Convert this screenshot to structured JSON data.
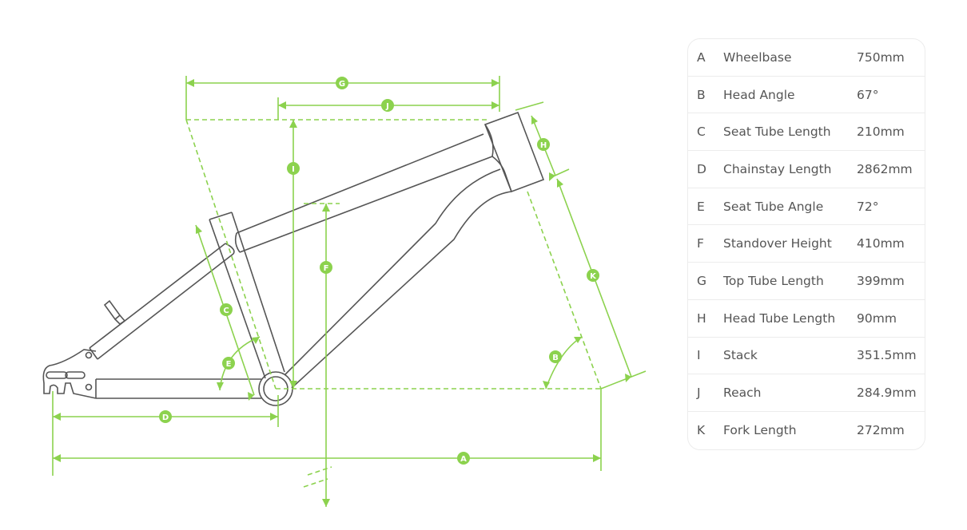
{
  "accent_color": "#8cd24e",
  "frame_color": "#555555",
  "labels": [
    "A",
    "B",
    "C",
    "D",
    "E",
    "F",
    "G",
    "H",
    "I",
    "J",
    "K"
  ],
  "geometry": [
    {
      "letter": "A",
      "name": "Wheelbase",
      "value": "750mm"
    },
    {
      "letter": "B",
      "name": "Head Angle",
      "value": "67°"
    },
    {
      "letter": "C",
      "name": "Seat Tube Length",
      "value": "210mm"
    },
    {
      "letter": "D",
      "name": "Chainstay Length",
      "value": "2862mm"
    },
    {
      "letter": "E",
      "name": "Seat Tube Angle",
      "value": "72°"
    },
    {
      "letter": "F",
      "name": "Standover Height",
      "value": "410mm"
    },
    {
      "letter": "G",
      "name": "Top Tube Length",
      "value": "399mm"
    },
    {
      "letter": "H",
      "name": "Head Tube Length",
      "value": "90mm"
    },
    {
      "letter": "I",
      "name": "Stack",
      "value": "351.5mm"
    },
    {
      "letter": "J",
      "name": "Reach",
      "value": "284.9mm"
    },
    {
      "letter": "K",
      "name": "Fork Length",
      "value": "272mm"
    }
  ]
}
